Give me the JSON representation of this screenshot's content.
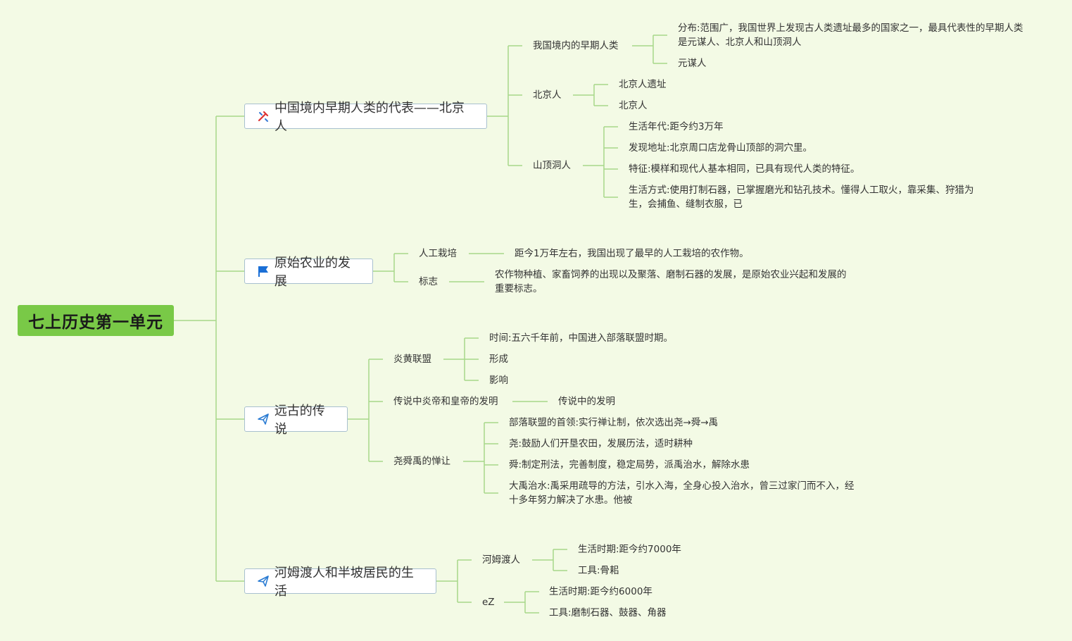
{
  "root": "七上历史第一单元",
  "branches": [
    {
      "title": "中国境内早期人类的代表——北京人",
      "icon": "tools-icon",
      "children": [
        {
          "label": "我国境内的早期人类",
          "children": [
            "分布:范围广，我国世界上发现古人类遗址最多的国家之一，最具代表性的早期人类是元谋人、北京人和山顶洞人",
            "元谋人"
          ]
        },
        {
          "label": "北京人",
          "children": [
            "北京人遗址",
            "北京人"
          ]
        },
        {
          "label": "山顶洞人",
          "children": [
            "生活年代:距今约3万年",
            "发现地址:北京周口店龙骨山顶部的洞穴里。",
            "特征:模样和现代人基本相同，已具有现代人类的特征。",
            "生活方式:使用打制石器，已掌握磨光和钻孔技术。懂得人工取火，靠采集、狩猎为生，会捕鱼、缝制衣服，已"
          ]
        }
      ]
    },
    {
      "title": "原始农业的发展",
      "icon": "flag-icon",
      "children": [
        {
          "label": "人工栽培",
          "children": [
            "距今1万年左右，我国出现了最早的人工栽培的农作物。"
          ]
        },
        {
          "label": "标志",
          "children": [
            "农作物种植、家畜饲养的出现以及聚落、磨制石器的发展，是原始农业兴起和发展的重要标志。"
          ]
        }
      ]
    },
    {
      "title": "远古的传说",
      "icon": "send-icon",
      "children": [
        {
          "label": "炎黄联盟",
          "children": [
            "时间:五六千年前，中国进入部落联盟时期。",
            "形成",
            "影响"
          ]
        },
        {
          "label": "传说中炎帝和皇帝的发明",
          "children": [
            "传说中的发明"
          ]
        },
        {
          "label": "尧舜禹的惮让",
          "children": [
            "部落联盟的首领:实行禅让制，依次选出尧→舜→禹",
            "尧:鼓励人们开垦农田，发展历法，适时耕种",
            "舜:制定刑法，完善制度，稳定局势，派禹治水，解除水患",
            "大禹治水:禹采用疏导的方法，引水入海，全身心投入治水，曾三过家门而不入，经十多年努力解决了水患。他被"
          ]
        }
      ]
    },
    {
      "title": "河姆渡人和半坡居民的生活",
      "icon": "send-icon",
      "children": [
        {
          "label": "河姆渡人",
          "children": [
            "生活时期:距今约7000年",
            "工具:骨耜"
          ]
        },
        {
          "label": "eZ",
          "children": [
            "生活时期:距今约6000年",
            "工具:磨制石器、鼓器、角器"
          ]
        }
      ]
    }
  ]
}
